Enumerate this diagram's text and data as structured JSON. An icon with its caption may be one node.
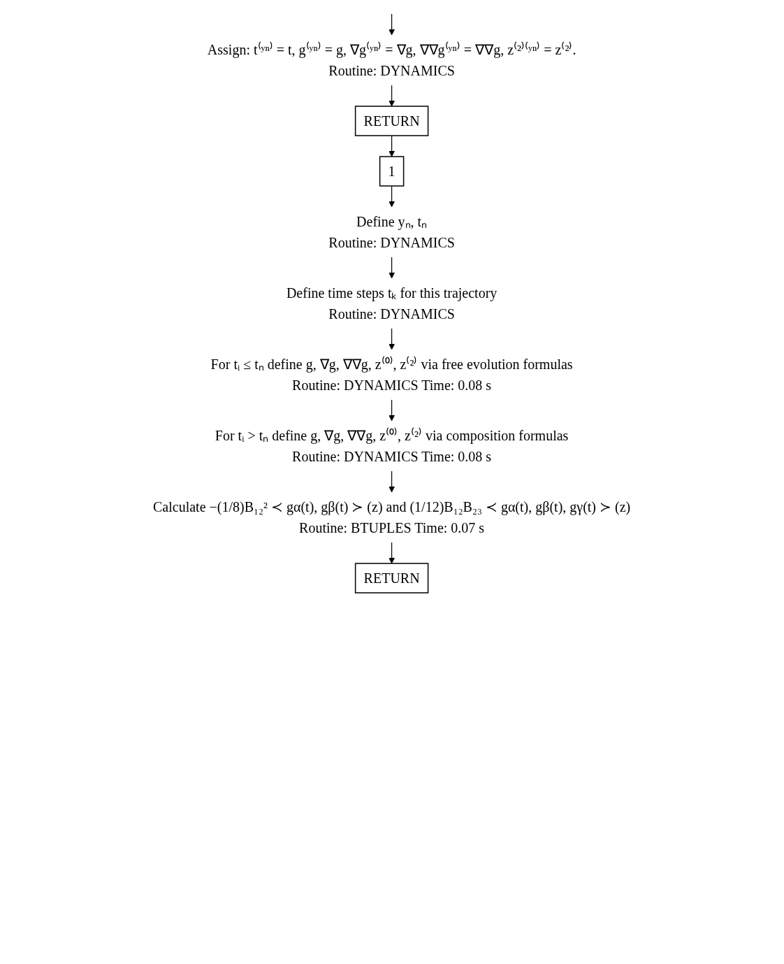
{
  "diagram": {
    "nodes": [
      {
        "text": [
          "Assign: t⁽ʸⁿ⁾ = t, g⁽ʸⁿ⁾ = g, ∇g⁽ʸⁿ⁾ = ∇g, ∇∇g⁽ʸⁿ⁾ = ∇∇g, z⁽²⁾⁽ʸⁿ⁾ = z⁽²⁾.",
          "Routine: DYNAMICS"
        ]
      },
      {
        "text": [
          "RETURN"
        ]
      },
      {
        "text": [
          "1"
        ]
      },
      {
        "text": [
          "Define yₙ, tₙ",
          "Routine: DYNAMICS"
        ]
      },
      {
        "text": [
          "Define time steps tₖ for this trajectory",
          "Routine: DYNAMICS"
        ]
      },
      {
        "text": [
          "For tᵢ ≤ tₙ define g, ∇g, ∇∇g, z⁽⁰⁾, z⁽²⁾ via free evolution formulas",
          "Routine: DYNAMICS Time: 0.08 s"
        ]
      },
      {
        "text": [
          "For tᵢ > tₙ define g, ∇g, ∇∇g, z⁽⁰⁾, z⁽²⁾ via composition formulas",
          "Routine: DYNAMICS Time: 0.08 s"
        ]
      },
      {
        "text": [
          "Calculate −(1/8)B₁₂² ≺ gα(t), gβ(t) ≻ (z) and (1/12)B₁₂B₂₃ ≺ gα(t), gβ(t), gγ(t) ≻ (z)",
          "Routine: BTUPLES Time: 0.07 s"
        ]
      },
      {
        "text": [
          "RETURN"
        ]
      }
    ],
    "edges": [
      {
        "from": null,
        "to": 0,
        "arrow": "to"
      },
      {
        "from": 0,
        "to": 1,
        "arrow": "to"
      },
      {
        "from": 1,
        "to": 2,
        "arrow": "to"
      },
      {
        "from": 2,
        "to": 3,
        "arrow": "to"
      },
      {
        "from": 3,
        "to": 4,
        "arrow": "to"
      },
      {
        "from": 4,
        "to": 5,
        "arrow": "to"
      },
      {
        "from": 5,
        "to": 6,
        "arrow": "to"
      },
      {
        "from": 6,
        "to": 7,
        "arrow": "to"
      },
      {
        "from": 7,
        "to": 8,
        "arrow": "to"
      }
    ]
  }
}
